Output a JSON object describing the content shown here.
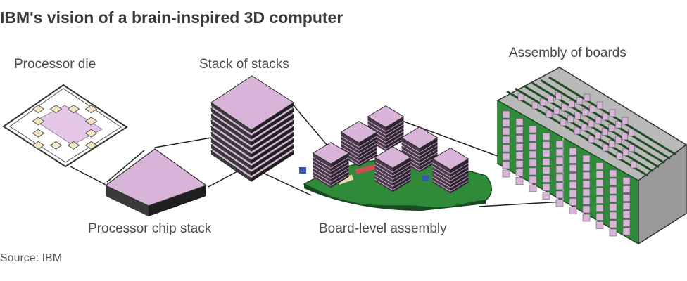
{
  "title": "IBM's vision of a brain-inspired 3D computer",
  "labels": {
    "processor_die": "Processor die",
    "stack_of_stacks": "Stack of stacks",
    "assembly_of_boards": "Assembly of boards",
    "processor_chip_stack": "Processor chip stack",
    "board_level_assembly": "Board-level assembly"
  },
  "source": "Source: IBM",
  "colors": {
    "chip_top": "#d7b4d8",
    "chip_side": "#2c2c2c",
    "board_green": "#2f8a3a",
    "cabinet_grey": "#9a9a9a",
    "die_cell": "#f2e7c2"
  }
}
